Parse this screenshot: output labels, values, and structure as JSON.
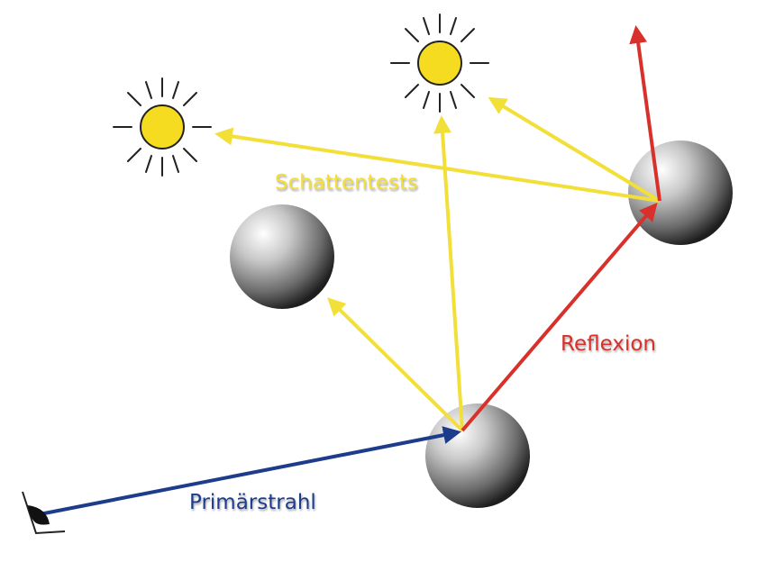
{
  "labels": {
    "shadow_tests": "Schattentests",
    "reflection": "Reflexion",
    "primary_ray": "Primärstrahl"
  },
  "icons": {
    "light_source": "sun-icon",
    "observer": "eye-icon",
    "object": "sphere-icon"
  },
  "colors": {
    "shadow_rays": "#f2df38",
    "reflection_ray": "#d8302a",
    "primary_ray": "#1d3d8c",
    "sun_fill": "#f6dc20"
  }
}
